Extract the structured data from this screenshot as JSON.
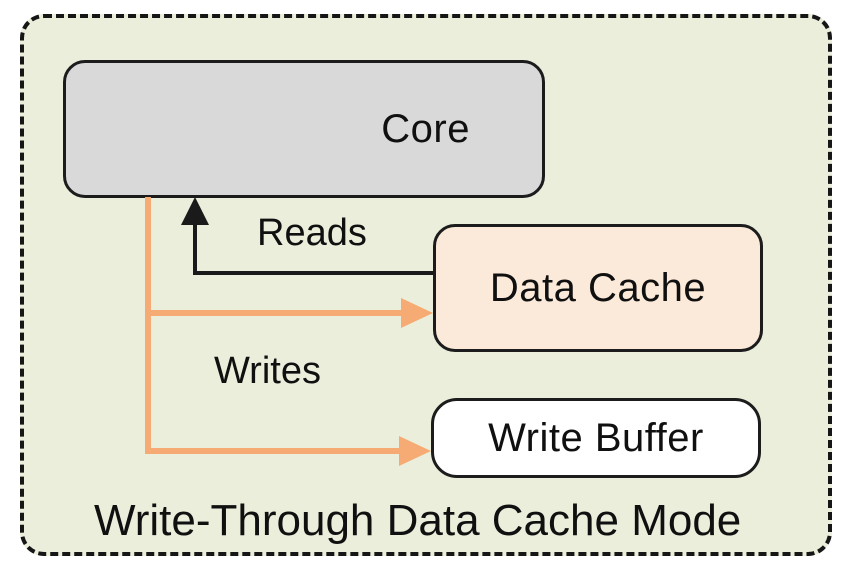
{
  "diagram": {
    "title": "Write-Through Data Cache Mode",
    "nodes": [
      {
        "id": "core",
        "label": "Core"
      },
      {
        "id": "data-cache",
        "label": "Data Cache"
      },
      {
        "id": "write-buffer",
        "label": "Write Buffer"
      }
    ],
    "edges": [
      {
        "id": "reads",
        "label": "Reads",
        "from": "data-cache",
        "to": "core",
        "color": "#1a1a1a"
      },
      {
        "id": "writes",
        "label": "Writes",
        "from": "core",
        "to": [
          "data-cache",
          "write-buffer"
        ],
        "color": "#f5ab73"
      }
    ],
    "colors": {
      "frame_background": "#eaeedb",
      "frame_border": "#161616",
      "core_fill": "#d9d9d9",
      "data_cache_fill": "#fbead9",
      "write_buffer_fill": "#ffffff",
      "reads_arrow": "#1a1a1a",
      "writes_arrow": "#f5ab73",
      "text": "#101010"
    }
  }
}
